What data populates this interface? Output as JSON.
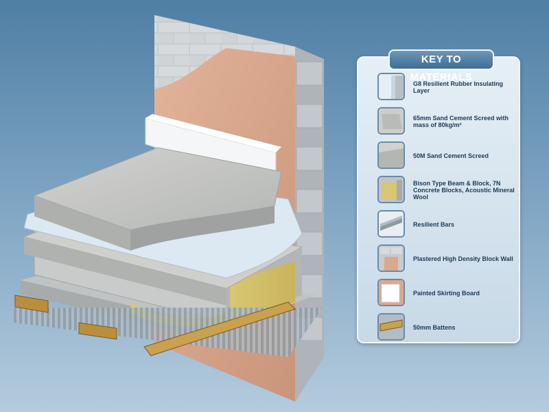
{
  "key": {
    "title": "KEY TO MATERIALS",
    "items": [
      {
        "id": "rubber",
        "label": "G8 Resilient Rubber Insulating Layer",
        "icon": "rubber-layer-icon"
      },
      {
        "id": "screed65",
        "label": "65mm Sand Cement Screed with mass of 80kg/m²",
        "icon": "screed-65mm-icon"
      },
      {
        "id": "screed50",
        "label": "50M Sand Cement Screed",
        "icon": "screed-50m-icon"
      },
      {
        "id": "beamblock",
        "label": "Bison Type Beam & Block, 7N Concrete Blocks, Acoustic Mineral Wool",
        "icon": "beam-block-icon"
      },
      {
        "id": "bars",
        "label": "Resilient Bars",
        "icon": "resilient-bars-icon"
      },
      {
        "id": "wall",
        "label": "Plastered High Density Block Wall",
        "icon": "block-wall-icon"
      },
      {
        "id": "skirting",
        "label": "Painted Skirting Board",
        "icon": "skirting-board-icon"
      },
      {
        "id": "battens",
        "label": "50mm Battens",
        "icon": "battens-icon"
      }
    ]
  },
  "colors": {
    "background_top": "#4f7fa4",
    "panel_title": "#3e6d94",
    "plaster": "#d9a98f",
    "block": "#c9cfd3",
    "screed": "#c2c4c2",
    "rubber": "#dde9f2",
    "mineral_wool": "#d9c977",
    "batten": "#b98f3e"
  }
}
